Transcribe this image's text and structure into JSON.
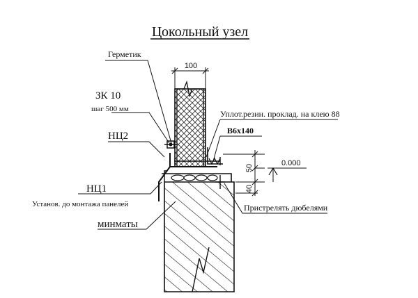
{
  "title": "Цокольный узел",
  "labels": {
    "germetik": "Герметик",
    "zk": "ЗК 10",
    "zk_step": "шаг 500 мм",
    "nc2": "НЦ2",
    "nc1": "НЦ1",
    "install": "Установ. до монтажа панелей",
    "minmaty": "минматы",
    "seal": "Уплот.резин. проклад. на клею 88",
    "bolt": "В6х140",
    "dowels": "Пристрелять дюбелями",
    "level": "0.000"
  },
  "dims": {
    "width": "100",
    "h1": "50",
    "h2": "40"
  }
}
